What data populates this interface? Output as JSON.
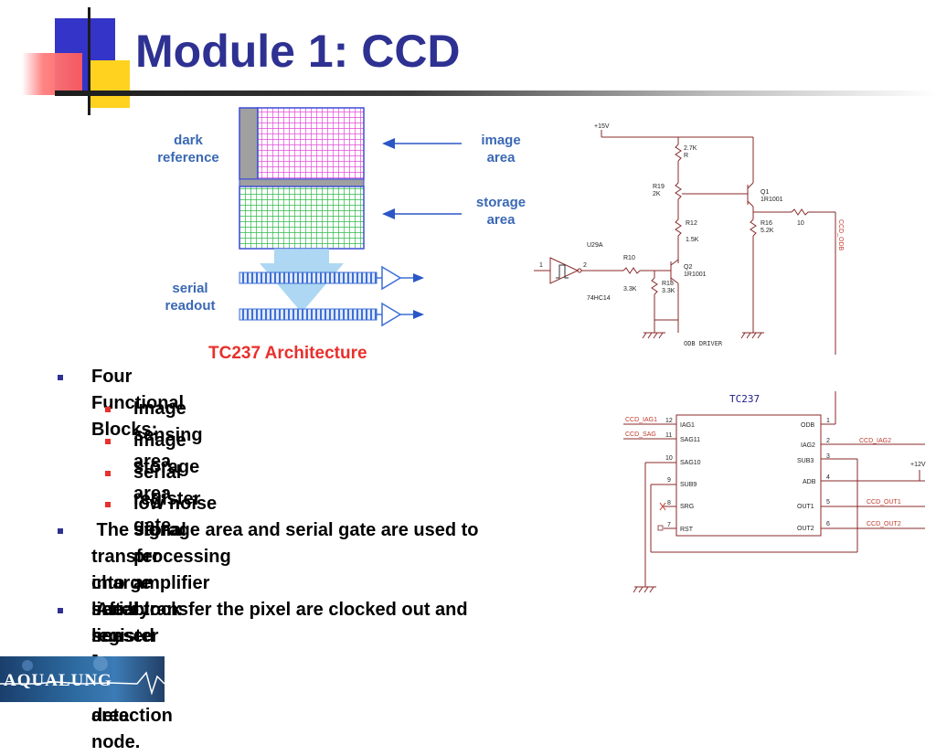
{
  "slide": {
    "title": "Module 1: CCD"
  },
  "architecture": {
    "labels": {
      "dark_reference": "dark\nreference",
      "image_area": "image\narea",
      "storage_area": "storage\narea",
      "serial_readout": "serial\nreadout"
    },
    "caption": "TC237 Architecture",
    "colors": {
      "image_grid": "#e24bd8",
      "storage_grid": "#2db84a",
      "arrow_blue": "#2a56c6",
      "register": "#3d6fd6",
      "caption": "#e8302c"
    }
  },
  "schematic": {
    "driver": {
      "supply": "+15V",
      "r_top_value": "2.7K",
      "r_top_name": "R",
      "r19_name": "R19",
      "r19_value": "2K",
      "q1_name": "Q1",
      "q1_part": "1R1001",
      "r12_name": "R12",
      "r12_value": "1.5K",
      "r16_name": "R16",
      "r16_value": "5.2K",
      "r_series_value": "10",
      "u29a": "U29A",
      "r10_name": "R10",
      "r10_value": "3.3K",
      "q2_name": "Q2",
      "q2_part": "1R1001",
      "r18_name": "R18",
      "r18_value": "3.3K",
      "chip": "74HC14",
      "pin_in": "1",
      "pin_out": "2",
      "net_out": "CCD_ODB",
      "block_label": "ODB DRIVER"
    },
    "ccd": {
      "name": "TC237",
      "left_pins": [
        {
          "net": "CCD_IAG1",
          "num": "12",
          "label": "IAG1"
        },
        {
          "net": "CCD_SAG",
          "num": "11",
          "label": "SAG11"
        },
        {
          "net": "",
          "num": "10",
          "label": "SAG10"
        },
        {
          "net": "",
          "num": "9",
          "label": "SUB9"
        },
        {
          "net": "",
          "num": "8",
          "label": "SRG"
        },
        {
          "net": "",
          "num": "7",
          "label": "RST"
        }
      ],
      "right_pins": [
        {
          "num": "1",
          "label": "ODB",
          "net": ""
        },
        {
          "num": "2",
          "label": "IAG2",
          "net": "CCD_IAG2"
        },
        {
          "num": "3",
          "label": "SUB3",
          "net": ""
        },
        {
          "num": "4",
          "label": "ADB",
          "net": ""
        },
        {
          "num": "5",
          "label": "OUT1",
          "net": "CCD_OUT1"
        },
        {
          "num": "6",
          "label": "OUT2",
          "net": "CCD_OUT2"
        }
      ],
      "supply": "+12V"
    }
  },
  "bullets": {
    "main_1": "Four Functional Blocks:",
    "sub": [
      "Image sensing area",
      "image storage area",
      "serial register gate",
      "low noise signal processing amplifier block"
    ],
    "main_2_line1": " The storage area and serial gate are used to",
    "main_2_line2": "transfer charge line by line from storage area",
    "main_2_line3": "into serial register",
    "main_3_line1": " After transfer the pixel are clocked out and",
    "main_3_line2": "sensed by charged detection node."
  },
  "logo": {
    "text": "AQUALUNG"
  },
  "colors": {
    "title": "#2e3192",
    "bullet_main": "#2e3192",
    "bullet_sub": "#e8302c",
    "deco_blue": "#3333cc",
    "deco_yellow": "#ffcc00",
    "deco_red": "#ff6666"
  }
}
